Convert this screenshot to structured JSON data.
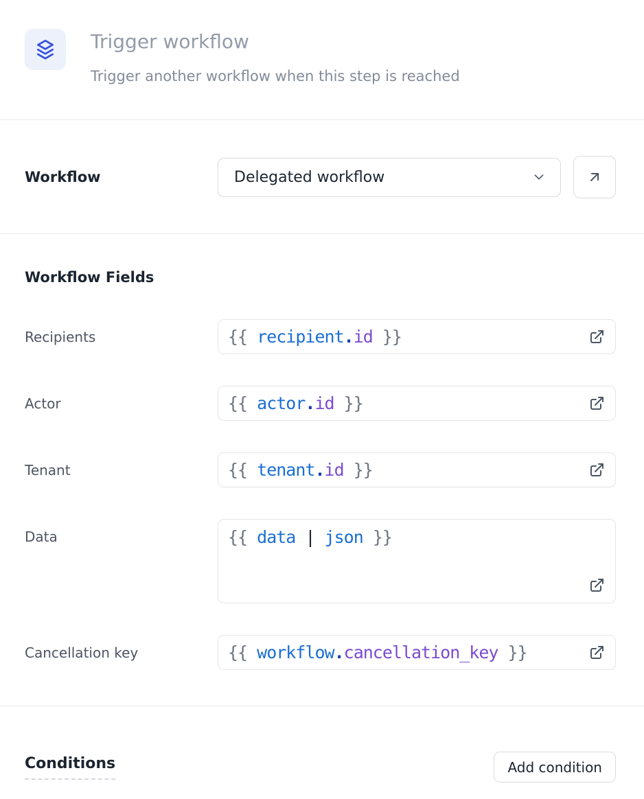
{
  "header": {
    "icon": "layers-icon",
    "title": "Trigger workflow",
    "subtitle": "Trigger another workflow when this step is reached"
  },
  "workflow": {
    "label": "Workflow",
    "selected": "Delegated workflow"
  },
  "fields_section": {
    "heading": "Workflow Fields",
    "fields": [
      {
        "label": "Recipients",
        "multiline": false,
        "value": "{{ recipient.id }}",
        "tokens": [
          {
            "text": "{{ ",
            "type": "brace"
          },
          {
            "text": "recipient",
            "type": "var"
          },
          {
            "text": ".",
            "type": "dot"
          },
          {
            "text": "id",
            "type": "prop"
          },
          {
            "text": " }}",
            "type": "brace"
          }
        ]
      },
      {
        "label": "Actor",
        "multiline": false,
        "value": "{{ actor.id }}",
        "tokens": [
          {
            "text": "{{ ",
            "type": "brace"
          },
          {
            "text": "actor",
            "type": "var"
          },
          {
            "text": ".",
            "type": "dot"
          },
          {
            "text": "id",
            "type": "prop"
          },
          {
            "text": " }}",
            "type": "brace"
          }
        ]
      },
      {
        "label": "Tenant",
        "multiline": false,
        "value": "{{ tenant.id }}",
        "tokens": [
          {
            "text": "{{ ",
            "type": "brace"
          },
          {
            "text": "tenant",
            "type": "var"
          },
          {
            "text": ".",
            "type": "dot"
          },
          {
            "text": "id",
            "type": "prop"
          },
          {
            "text": " }}",
            "type": "brace"
          }
        ]
      },
      {
        "label": "Data",
        "multiline": true,
        "value": "{{ data | json }}",
        "tokens": [
          {
            "text": "{{ ",
            "type": "brace"
          },
          {
            "text": "data",
            "type": "var"
          },
          {
            "text": " ",
            "type": "plain"
          },
          {
            "text": "|",
            "type": "pipe"
          },
          {
            "text": " ",
            "type": "plain"
          },
          {
            "text": "json",
            "type": "var"
          },
          {
            "text": " }}",
            "type": "brace"
          }
        ]
      },
      {
        "label": "Cancellation key",
        "multiline": false,
        "value": "{{ workflow.cancellation_key }}",
        "tokens": [
          {
            "text": "{{ ",
            "type": "brace"
          },
          {
            "text": "workflow",
            "type": "var"
          },
          {
            "text": ".",
            "type": "dot"
          },
          {
            "text": "cancellation_key",
            "type": "prop"
          },
          {
            "text": " }}",
            "type": "brace"
          }
        ]
      }
    ]
  },
  "conditions": {
    "heading": "Conditions",
    "add_button": "Add condition"
  },
  "colors": {
    "accent_blue": "#3452db",
    "icon_bg": "#edf1fc",
    "code_brace": "#6e7581",
    "code_var": "#1b6fd3",
    "code_dot": "#1b3fae",
    "code_prop": "#7b4bd1",
    "code_pipe": "#20242d"
  }
}
